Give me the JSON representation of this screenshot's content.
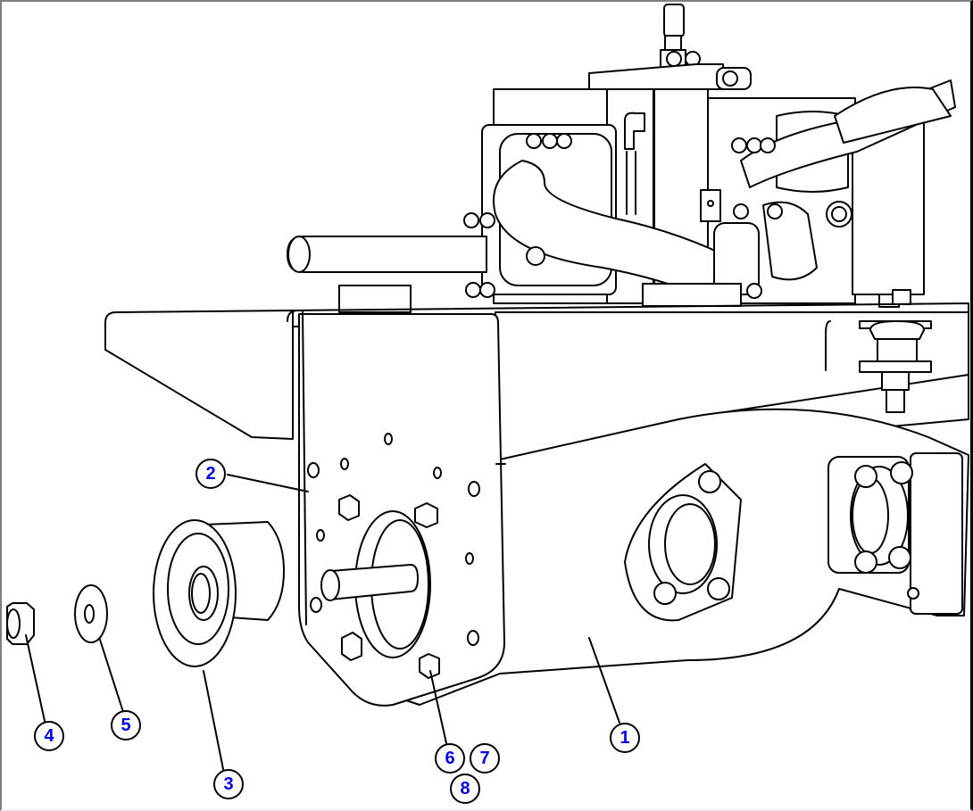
{
  "diagram": {
    "type": "exploded parts illustration",
    "colors": {
      "line": "#000000",
      "callout_text": "#0000EE",
      "background": "#FFFFFF"
    },
    "callouts": [
      {
        "id": "1",
        "label": "1",
        "part": "mounting bracket / housing"
      },
      {
        "id": "2",
        "label": "2",
        "part": "support plate"
      },
      {
        "id": "3",
        "label": "3",
        "part": "flanged bushing"
      },
      {
        "id": "4",
        "label": "4",
        "part": "hex nut"
      },
      {
        "id": "5",
        "label": "5",
        "part": "washer"
      },
      {
        "id": "6",
        "label": "6",
        "part": "cap screw"
      },
      {
        "id": "7",
        "label": "7",
        "part": "lock washer"
      },
      {
        "id": "8",
        "label": "8",
        "part": "flat washer"
      }
    ]
  }
}
